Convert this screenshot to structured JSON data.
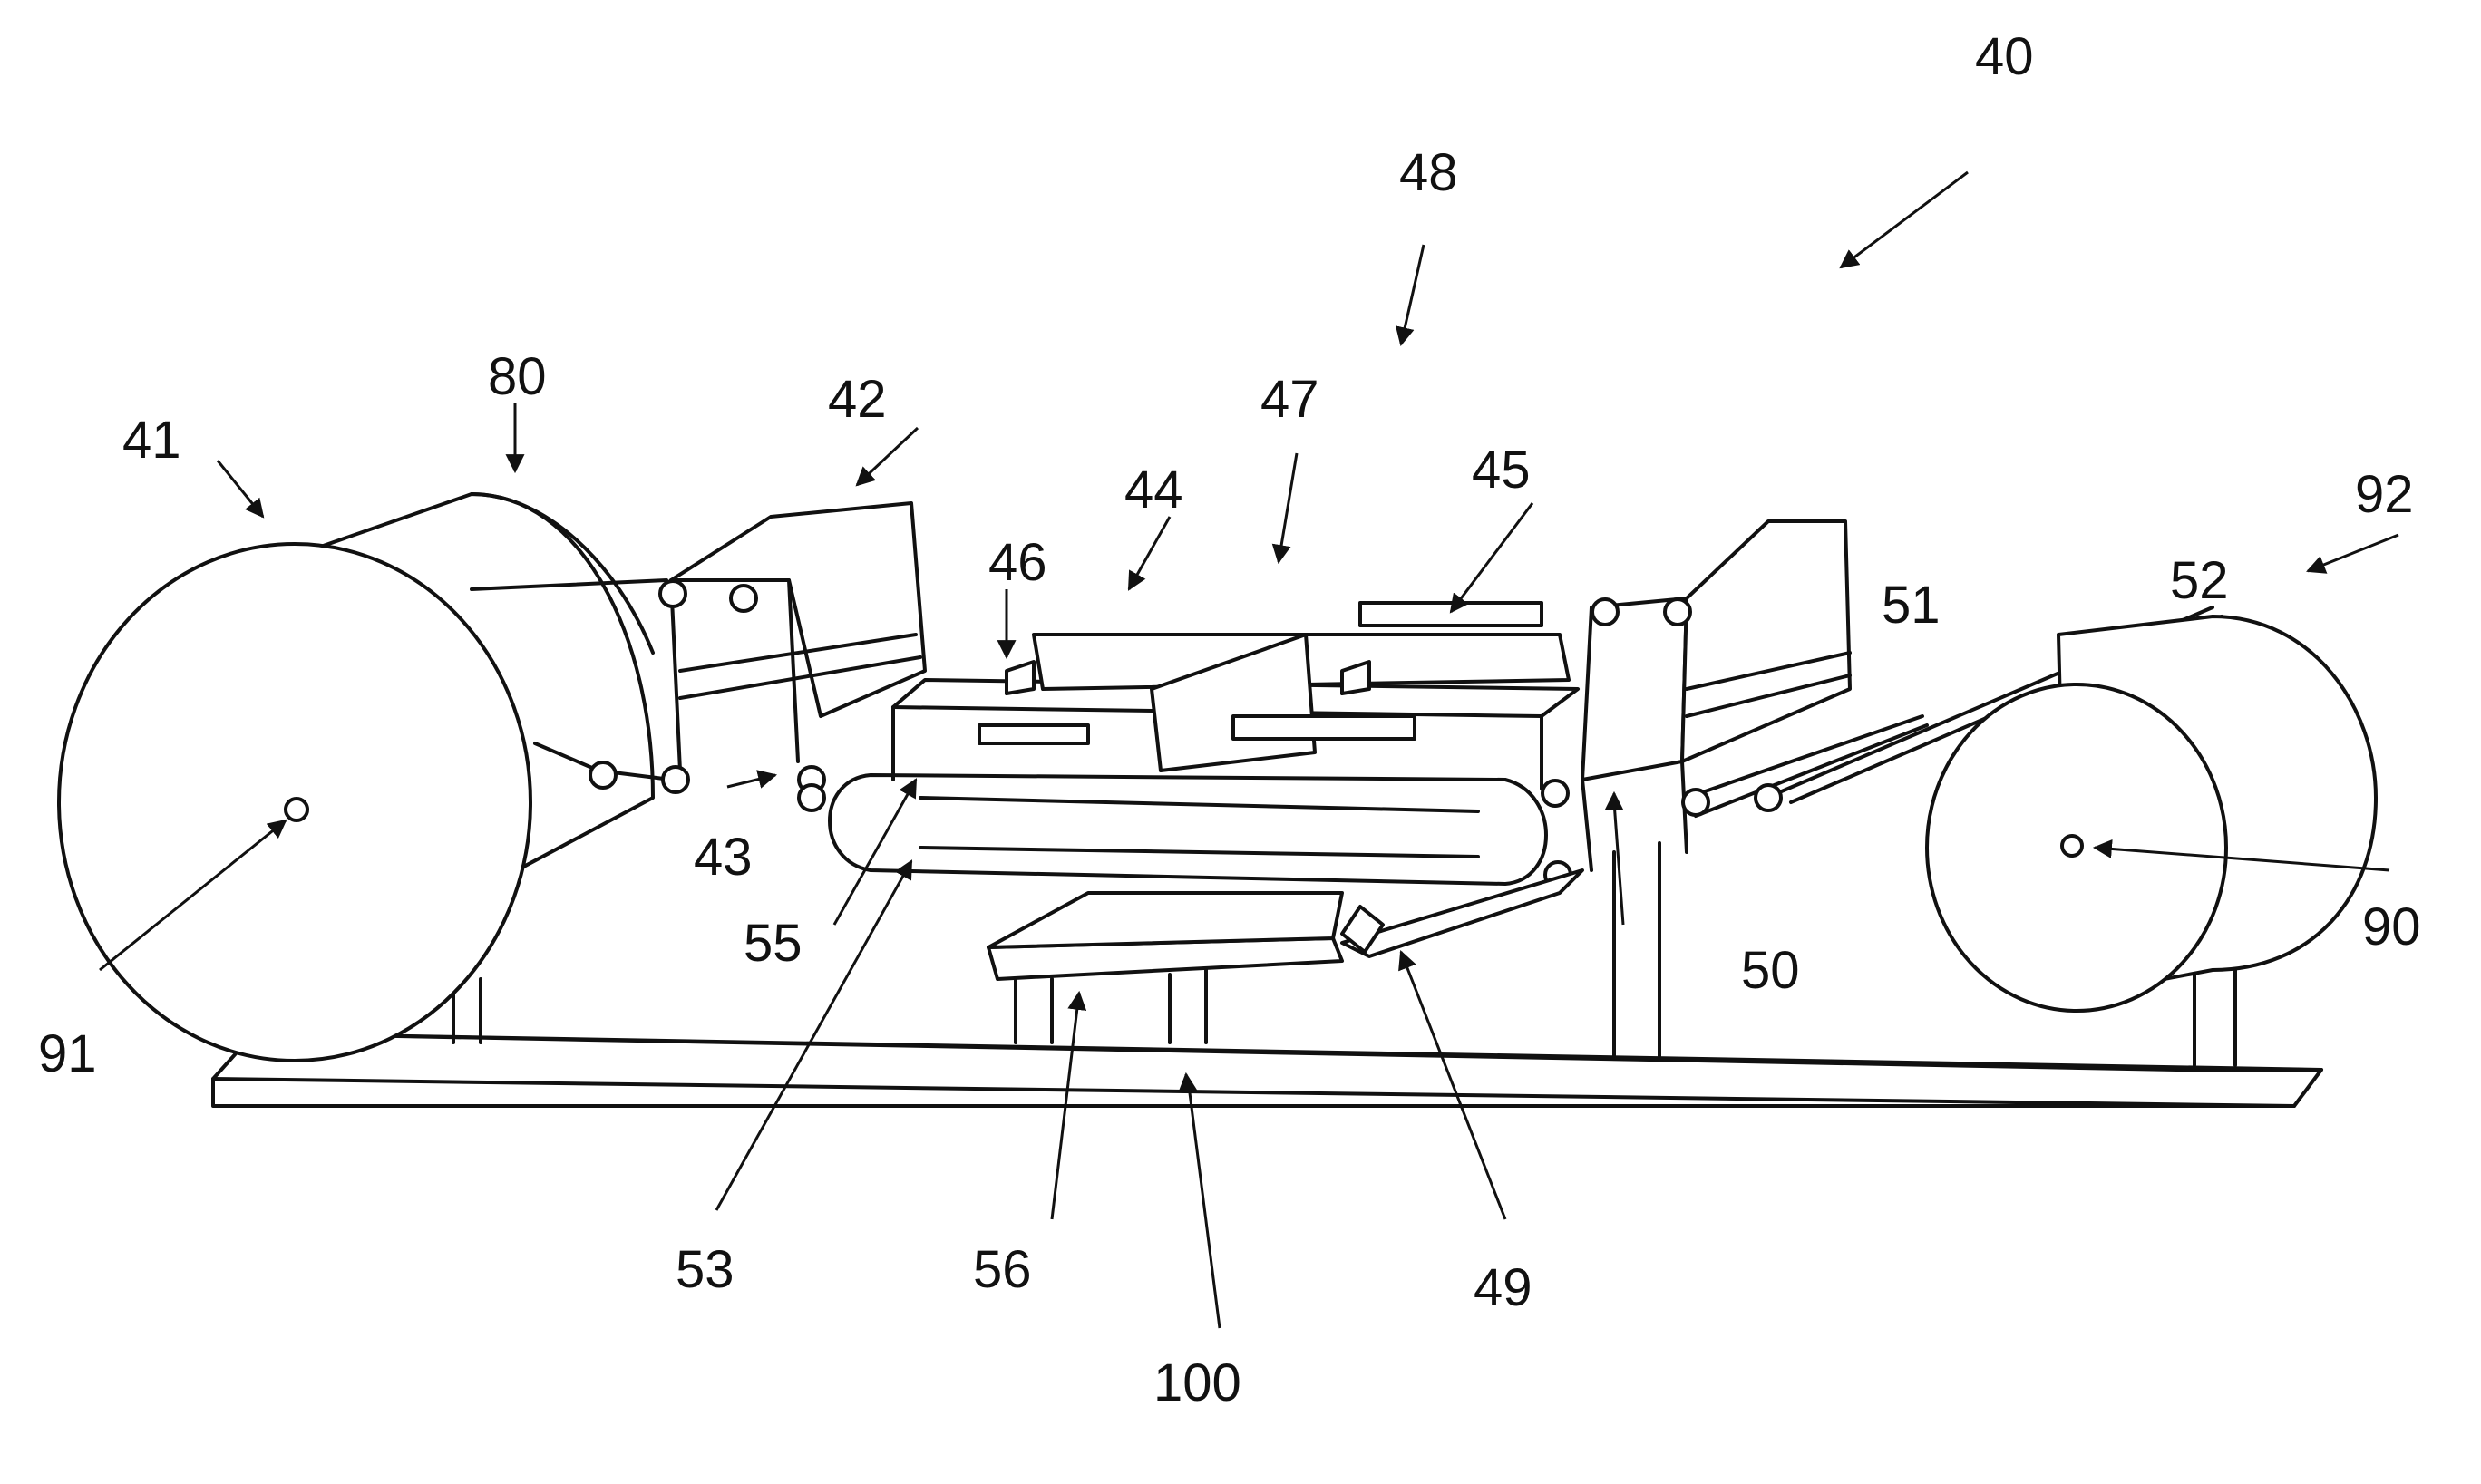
{
  "figure": {
    "background": "#ffffff",
    "line_color": "#111111",
    "reference_numerals": {
      "r40": "40",
      "r48": "48",
      "r80": "80",
      "r41": "41",
      "r42": "42",
      "r47": "47",
      "r44": "44",
      "r45": "45",
      "r46": "46",
      "r92": "92",
      "r52": "52",
      "r51": "51",
      "r43": "43",
      "r55": "55",
      "r50": "50",
      "r90": "90",
      "r91": "91",
      "r53": "53",
      "r56": "56",
      "r49": "49",
      "r100": "100"
    }
  }
}
